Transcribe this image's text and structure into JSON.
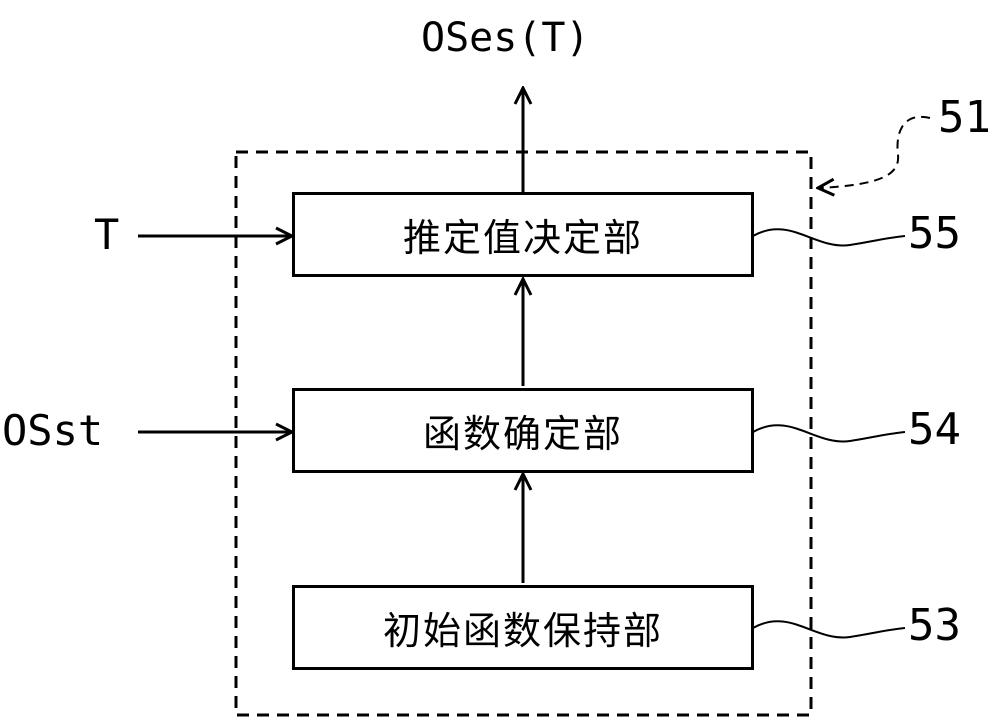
{
  "output_label": "OSes(T)",
  "module_ref": "51",
  "inputs": {
    "t": "T",
    "osst": "OSst"
  },
  "blocks": {
    "estimate": {
      "label": "推定值决定部",
      "ref": "55"
    },
    "function": {
      "label": "函数确定部",
      "ref": "54"
    },
    "initial": {
      "label": "初始函数保持部",
      "ref": "53"
    }
  }
}
